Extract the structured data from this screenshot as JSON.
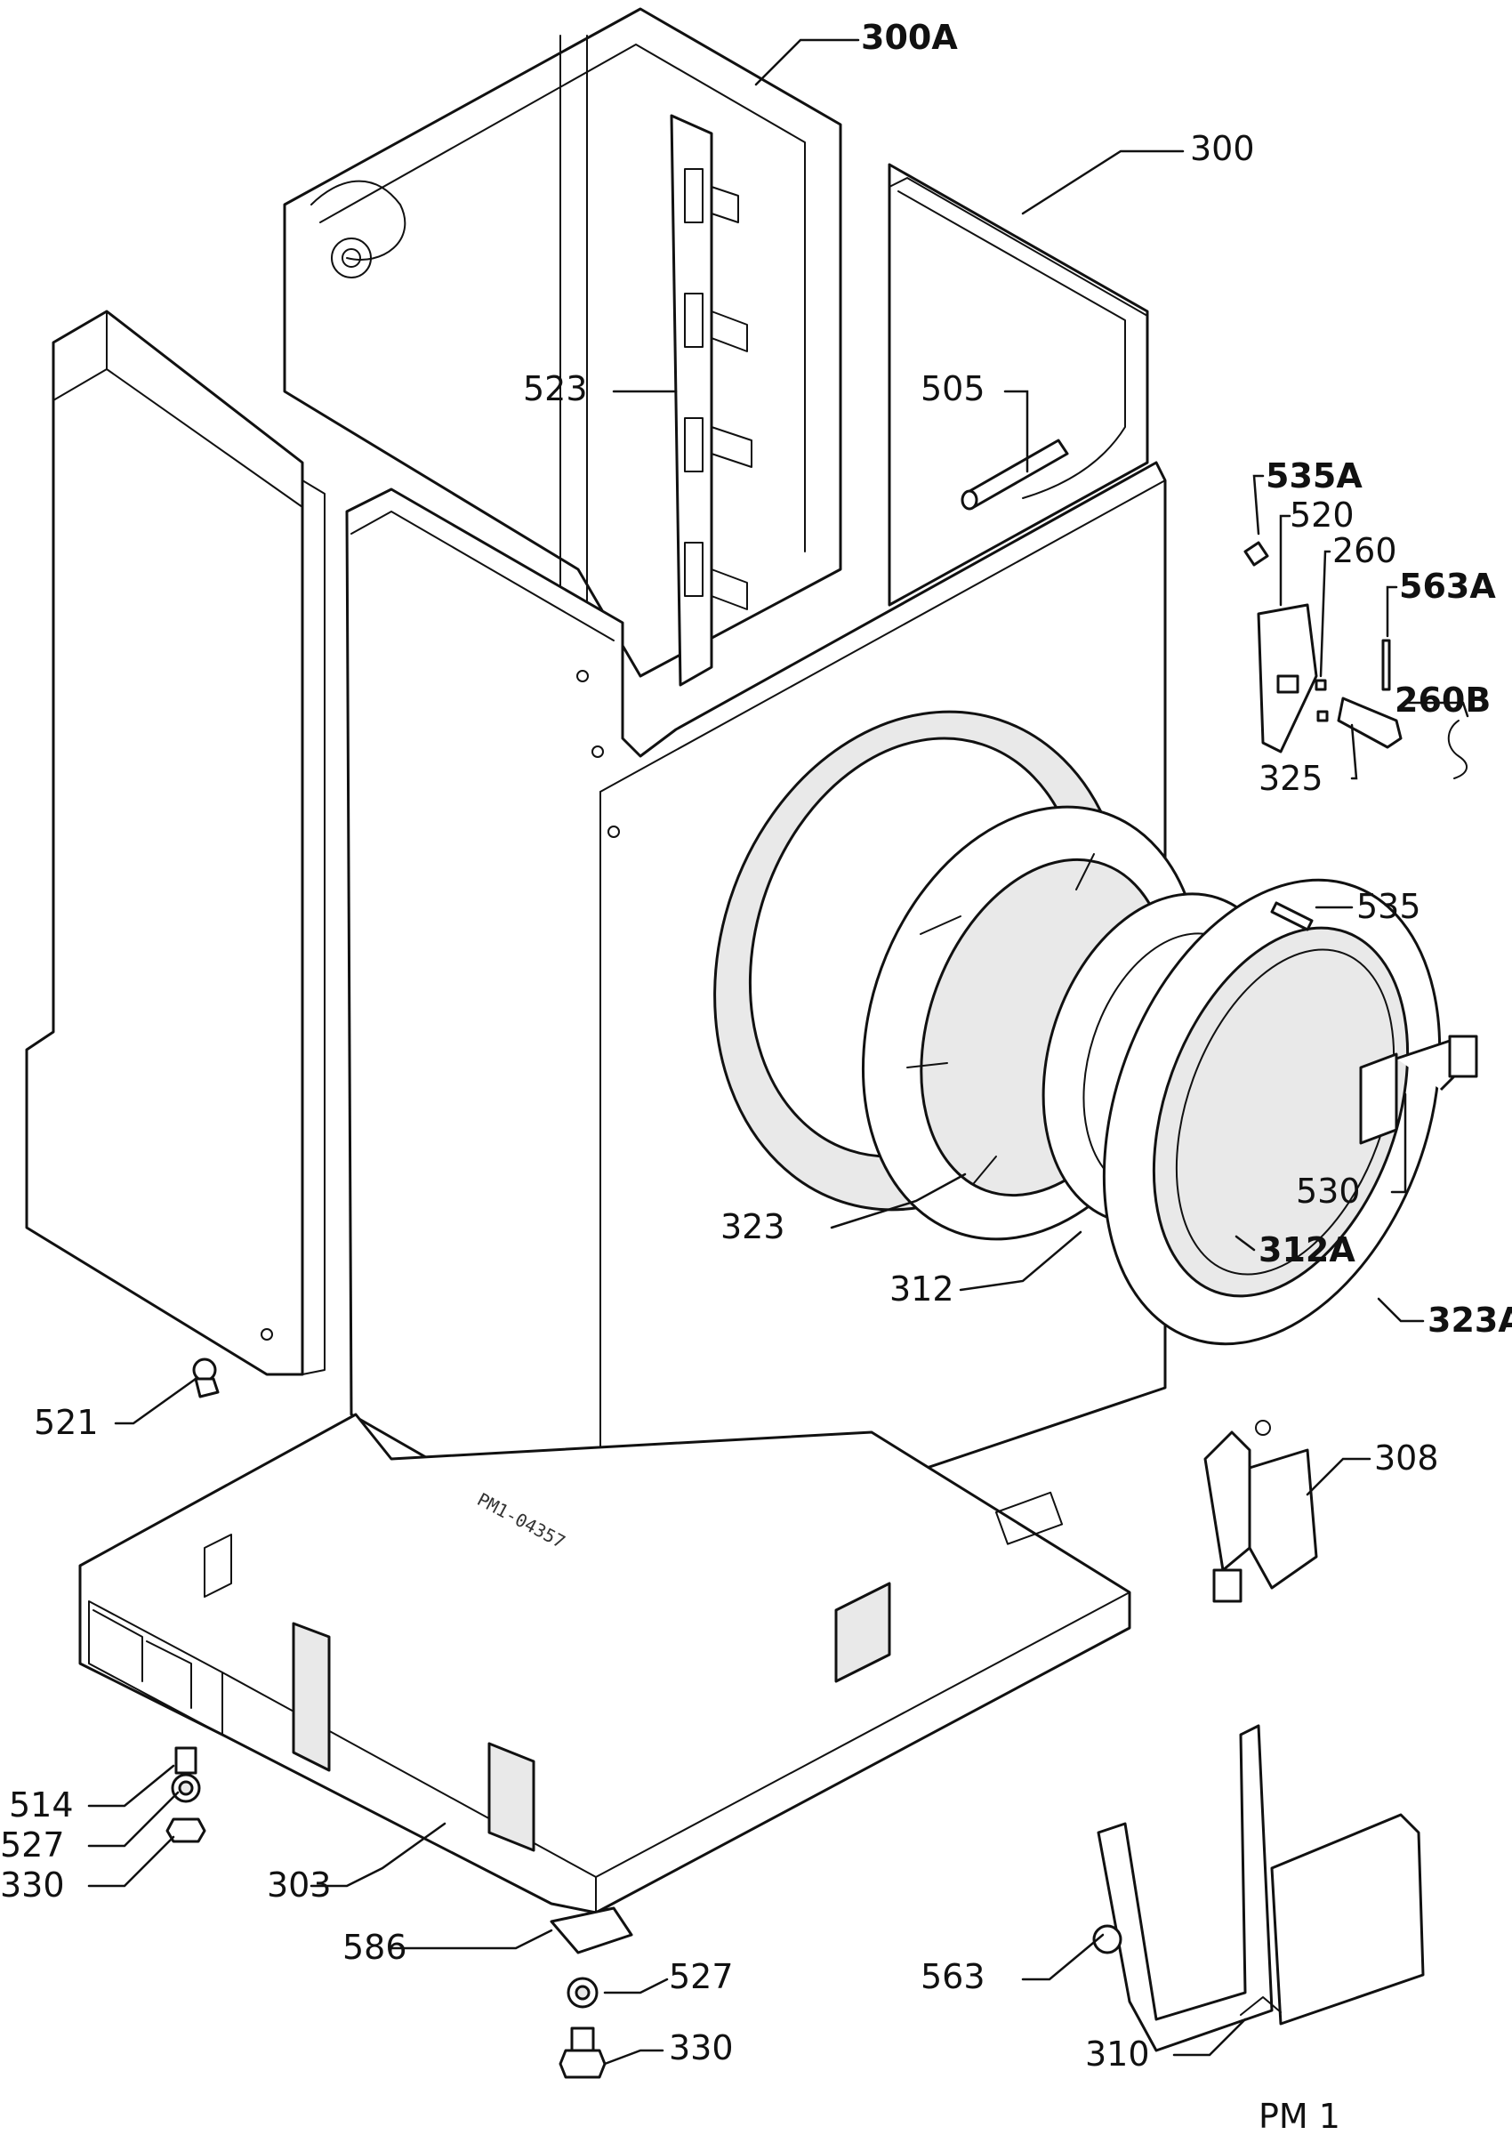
{
  "labels": {
    "p300A": "300A",
    "p300": "300",
    "p523": "523",
    "p505": "505",
    "p535A": "535A",
    "p520": "520",
    "p260": "260",
    "p563A": "563A",
    "p260B": "260B",
    "p325": "325",
    "p535": "535",
    "p530": "530",
    "p312A": "312A",
    "p323": "323",
    "p312": "312",
    "p323A": "323A",
    "p521": "521",
    "p308": "308",
    "p514": "514",
    "p527a": "527",
    "p330a": "330",
    "p303": "303",
    "p586": "586",
    "p527b": "527",
    "p330b": "330",
    "p563": "563",
    "p310": "310"
  },
  "stamp": "PM1-04357",
  "page_code": "PM 1"
}
